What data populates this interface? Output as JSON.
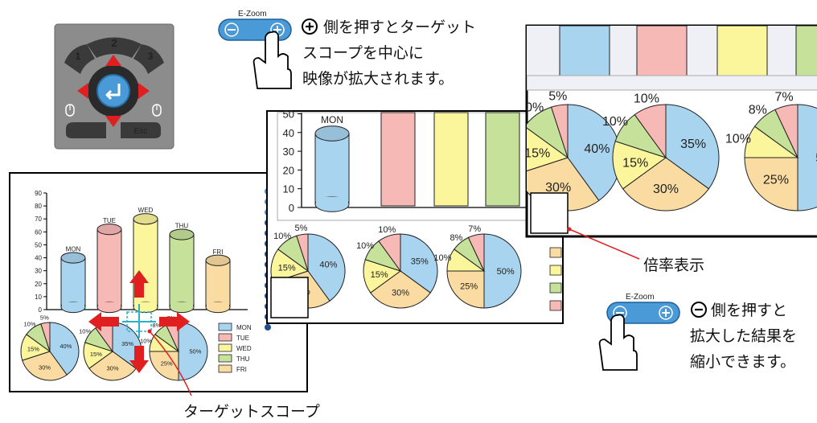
{
  "remote": {
    "btn_up": "2",
    "btn_left": "1",
    "btn_right": "3",
    "btn_esc": "Esc"
  },
  "ezoom_plus": {
    "label": "E-Zoom",
    "caption_lines": [
      "側を押すとターゲット",
      "スコープを中心に",
      "映像が拡大されます。"
    ]
  },
  "ezoom_minus": {
    "label": "E-Zoom",
    "caption_lines": [
      "側を押すと",
      "拡大した結果を",
      "縮小できます。"
    ]
  },
  "callouts": {
    "target_scope": "ターゲットスコープ",
    "zoom_indicator": "倍率表示"
  },
  "colors": {
    "mon": "#a8d4f0",
    "tue": "#f7b9b6",
    "wed": "#fbf59c",
    "thu": "#c6e29a",
    "fri": "#fadca2",
    "arrow": "#e02020",
    "scope": "#2ab0c8",
    "button_blue": "#4a9ad8"
  },
  "chart_data": [
    {
      "type": "bar",
      "categories": [
        "MON",
        "TUE",
        "WED",
        "THU",
        "FRI"
      ],
      "values": [
        40,
        62,
        70,
        58,
        38
      ],
      "yticks": [
        "0",
        "10",
        "20",
        "30",
        "40",
        "50",
        "60",
        "70",
        "80",
        "90"
      ],
      "ylim": [
        0,
        90
      ],
      "legend": [
        "MON",
        "TUE",
        "WED",
        "THU",
        "FRI"
      ]
    },
    {
      "type": "pie",
      "slices": [
        {
          "label": "40%",
          "value": 40,
          "color": "mon"
        },
        {
          "label": "30%",
          "value": 30,
          "color": "fri"
        },
        {
          "label": "15%",
          "value": 15,
          "color": "wed"
        },
        {
          "label": "10%",
          "value": 10,
          "color": "thu"
        },
        {
          "label": "5%",
          "value": 5,
          "color": "tue"
        }
      ]
    },
    {
      "type": "pie",
      "slices": [
        {
          "label": "35%",
          "value": 35,
          "color": "mon"
        },
        {
          "label": "30%",
          "value": 30,
          "color": "fri"
        },
        {
          "label": "15%",
          "value": 15,
          "color": "wed"
        },
        {
          "label": "10%",
          "value": 10,
          "color": "thu"
        },
        {
          "label": "10%",
          "value": 10,
          "color": "tue"
        }
      ]
    },
    {
      "type": "pie",
      "slices": [
        {
          "label": "50%",
          "value": 50,
          "color": "mon"
        },
        {
          "label": "25%",
          "value": 25,
          "color": "fri"
        },
        {
          "label": "10%",
          "value": 10,
          "color": "wed"
        },
        {
          "label": "8%",
          "value": 8,
          "color": "thu"
        },
        {
          "label": "7%",
          "value": 7,
          "color": "tue"
        }
      ]
    }
  ]
}
